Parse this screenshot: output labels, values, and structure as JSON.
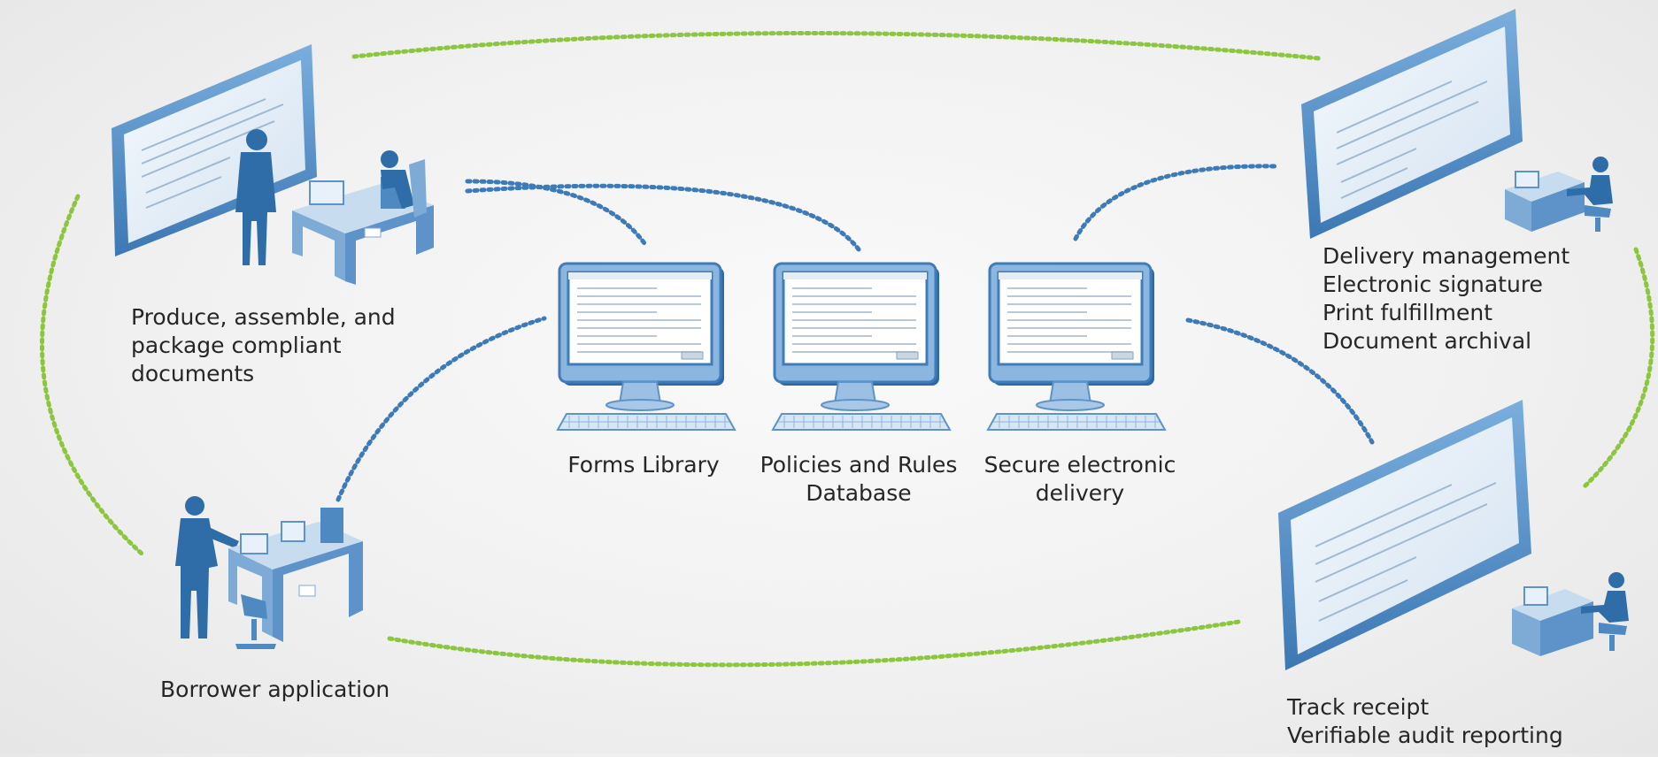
{
  "colors": {
    "outer_dots": "#8cc63f",
    "inner_dots": "#3d7ab8",
    "figure_dark": "#2f6da8",
    "figure_light": "#a9c8e8",
    "screen_frame": "#4d8cc8",
    "screen_bg": "#dde9f5"
  },
  "labels": {
    "produce": [
      "Produce, assemble, and",
      "package compliant",
      "documents"
    ],
    "borrower": [
      "Borrower application"
    ],
    "forms": [
      "Forms Library"
    ],
    "policies": [
      "Policies and Rules",
      "Database"
    ],
    "secure": [
      "Secure electronic",
      "delivery"
    ],
    "delivery": [
      "Delivery management",
      "Electronic signature",
      "Print fulfillment",
      "Document archival"
    ],
    "track": [
      "Track receipt",
      "Verifiable audit reporting"
    ]
  },
  "icons": {
    "top_left": "presenter-and-desk-worker-icon",
    "bottom_left": "borrower-desk-icon",
    "center_1": "desktop-computer-icon",
    "center_2": "desktop-computer-icon",
    "center_3": "desktop-computer-icon",
    "top_right": "large-screen-with-workstation-icon",
    "bottom_right": "large-screen-with-workstation-icon"
  }
}
